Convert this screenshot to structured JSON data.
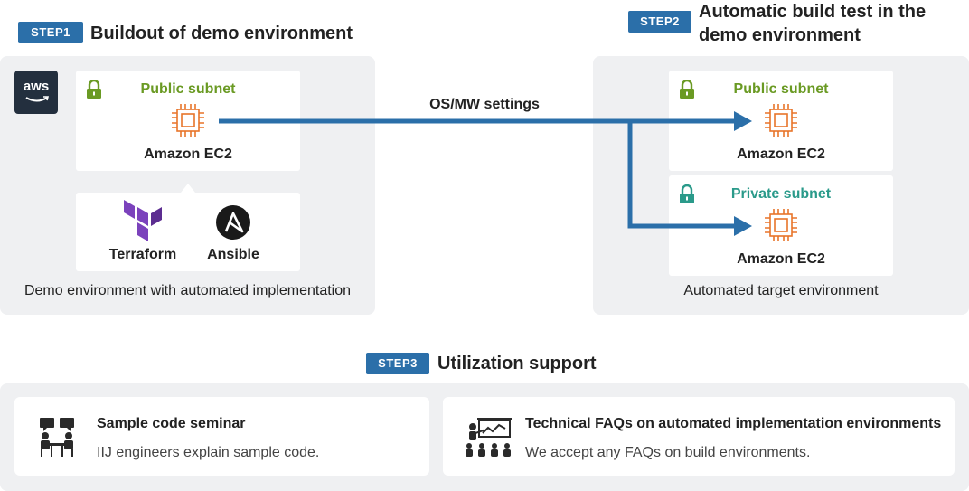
{
  "step1": {
    "badge": "STEP1",
    "title": "Buildout of demo environment"
  },
  "step2": {
    "badge": "STEP2",
    "title_line1": "Automatic build test in the",
    "title_line2": "demo environment"
  },
  "step3": {
    "badge": "STEP3",
    "title": "Utilization support"
  },
  "demo_env": {
    "aws_logo_text": "aws",
    "public_subnet_label": "Public subnet",
    "ec2_label": "Amazon EC2",
    "tools": [
      {
        "name": "Terraform",
        "icon": "terraform-icon"
      },
      {
        "name": "Ansible",
        "icon": "ansible-icon"
      }
    ],
    "caption": "Demo environment with automated implementation"
  },
  "connector": {
    "label": "OS/MW settings"
  },
  "target_env": {
    "public_subnet_label": "Public subnet",
    "private_subnet_label": "Private subnet",
    "ec2_label_public": "Amazon EC2",
    "ec2_label_private": "Amazon EC2",
    "caption": "Automated target environment"
  },
  "support": [
    {
      "title": "Sample code seminar",
      "desc": "IIJ engineers explain sample code.",
      "icon": "seminar-icon"
    },
    {
      "title": "Technical FAQs on automated implementation environments",
      "desc": "We accept any FAQs on build environments.",
      "icon": "presentation-icon"
    }
  ],
  "colors": {
    "badge": "#2b6fa9",
    "arrow": "#2b6fa9",
    "chip": "#e8742a",
    "green": "#6a9a23",
    "teal": "#2a9a8a",
    "panel": "#eff0f2"
  }
}
